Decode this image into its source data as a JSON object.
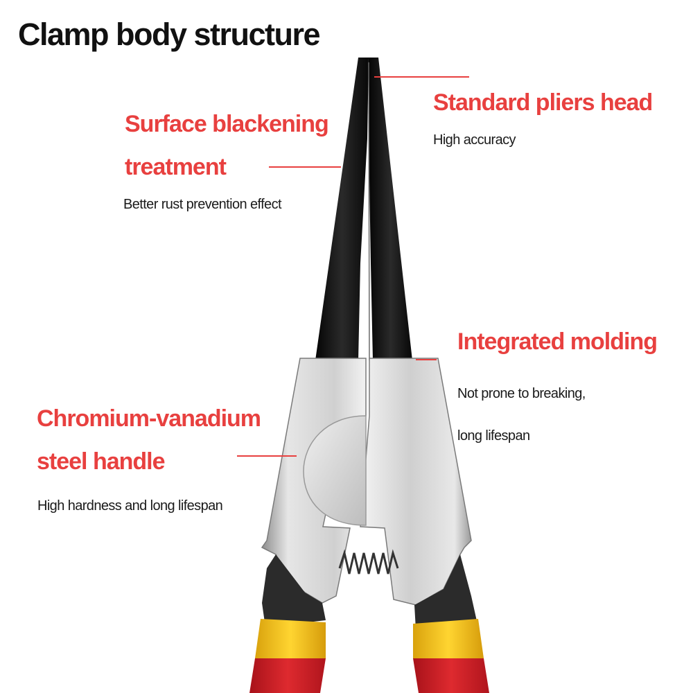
{
  "title": "Clamp body structure",
  "colors": {
    "label": "#e8403f",
    "leader": "#e8403f",
    "handle_red": "#cf1f26",
    "handle_yellow": "#f2c21a",
    "steel": "#d9d9d9",
    "tip_black": "#151515"
  },
  "callouts": [
    {
      "id": "surface",
      "label_lines": [
        "Surface blackening",
        "treatment"
      ],
      "description": "Better rust prevention effect"
    },
    {
      "id": "head",
      "label_lines": [
        "Standard pliers head"
      ],
      "description": "High accuracy"
    },
    {
      "id": "molding",
      "label_lines": [
        "Integrated molding"
      ],
      "description_lines": [
        "Not prone to breaking,",
        "long lifespan"
      ]
    },
    {
      "id": "steel",
      "label_lines": [
        "Chromium-vanadium",
        "steel handle"
      ],
      "description": "High hardness and long lifespan"
    }
  ]
}
